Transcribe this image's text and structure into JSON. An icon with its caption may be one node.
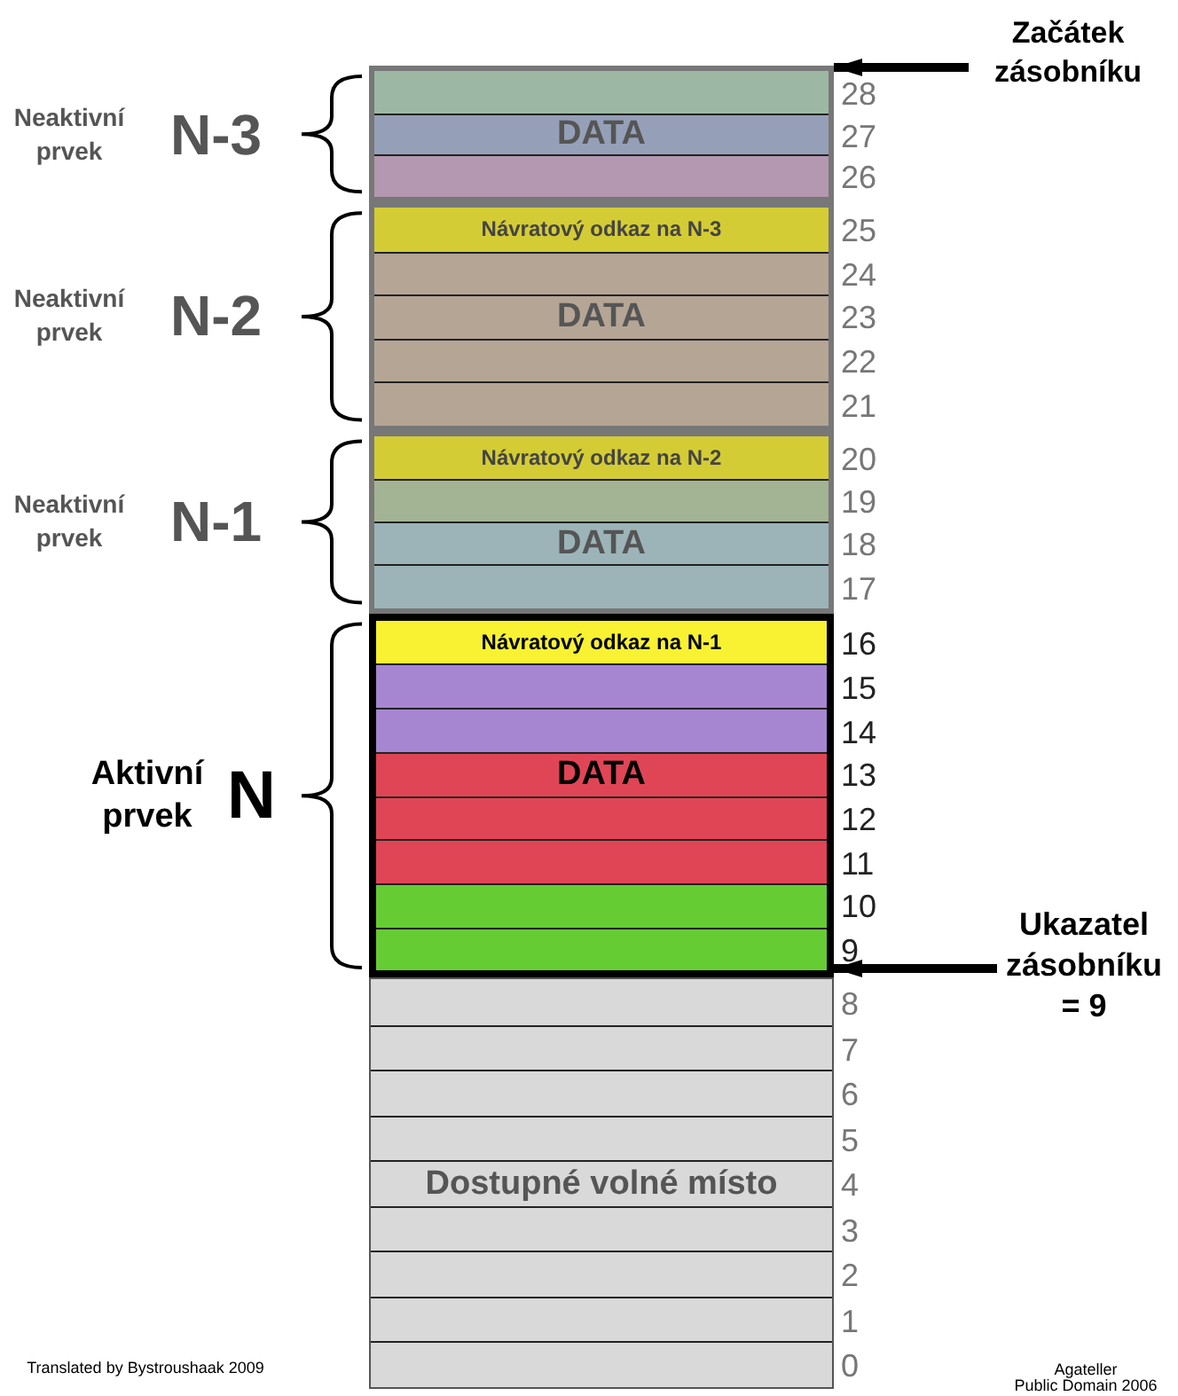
{
  "diagram": {
    "nodes": [
      {
        "text": [],
        "shape": "box",
        "beside": [
          "Neaktivní prvek",
          "N-3"
        ]
      },
      {
        "text": [],
        "shape": "bar",
        "in": 0,
        "beside": [
          "28"
        ]
      },
      {
        "text": [
          "DATA"
        ],
        "in": 0,
        "beside": [
          "27"
        ]
      },
      {
        "text": [],
        "shape": "bar",
        "in": 0,
        "beside": [
          "26"
        ]
      },
      {
        "text": [],
        "shape": "box",
        "beside": [
          "Neaktivní prvek",
          "N-2"
        ]
      },
      {
        "text": [
          "Návratový odkaz na N-3"
        ],
        "in": 4,
        "beside": [
          "25"
        ]
      },
      {
        "text": [],
        "shape": "bar",
        "in": 4,
        "beside": [
          "24"
        ]
      },
      {
        "text": [
          "DATA"
        ],
        "in": 4,
        "beside": [
          "23"
        ]
      },
      {
        "text": [],
        "shape": "bar",
        "in": 4,
        "beside": [
          "22"
        ]
      },
      {
        "text": [],
        "shape": "bar",
        "in": 4,
        "beside": [
          "21"
        ]
      },
      {
        "text": [],
        "shape": "box",
        "beside": [
          "Neaktivní prvek",
          "N-1"
        ]
      },
      {
        "text": [
          "Návratový odkaz na N-2"
        ],
        "in": 10,
        "beside": [
          "20"
        ]
      },
      {
        "text": [],
        "shape": "bar",
        "in": 10,
        "beside": [
          "19"
        ]
      },
      {
        "text": [
          "DATA"
        ],
        "in": 10,
        "beside": [
          "18"
        ]
      },
      {
        "text": [],
        "shape": "bar",
        "in": 10,
        "beside": [
          "17"
        ]
      },
      {
        "text": [],
        "shape": "box",
        "beside": [
          "Aktivní prvek",
          "N"
        ]
      },
      {
        "text": [
          "Návratový odkaz na N-1"
        ],
        "in": 15,
        "beside": [
          "16"
        ]
      },
      {
        "text": [],
        "shape": "bar",
        "in": 15,
        "beside": [
          "15"
        ]
      },
      {
        "text": [],
        "shape": "bar",
        "in": 15,
        "beside": [
          "14"
        ]
      },
      {
        "text": [
          "DATA"
        ],
        "in": 15,
        "beside": [
          "13"
        ]
      },
      {
        "text": [],
        "shape": "bar",
        "in": 15,
        "beside": [
          "12"
        ]
      },
      {
        "text": [],
        "shape": "bar",
        "in": 15,
        "beside": [
          "11"
        ]
      },
      {
        "text": [],
        "shape": "bar",
        "in": 15,
        "beside": [
          "10"
        ]
      },
      {
        "text": [],
        "shape": "bar",
        "in": 15,
        "beside": [
          "9"
        ]
      },
      {
        "text": [],
        "shape": "box"
      },
      {
        "text": [],
        "shape": "bar",
        "in": 24,
        "beside": [
          "8"
        ]
      },
      {
        "text": [],
        "shape": "bar",
        "in": 24,
        "beside": [
          "7"
        ]
      },
      {
        "text": [],
        "shape": "bar",
        "in": 24,
        "beside": [
          "6"
        ]
      },
      {
        "text": [],
        "shape": "bar",
        "in": 24,
        "beside": [
          "5"
        ]
      },
      {
        "text": [
          "Dostupné volné místo"
        ],
        "in": 24,
        "beside": [
          "4"
        ]
      },
      {
        "text": [],
        "shape": "bar",
        "in": 24,
        "beside": [
          "3"
        ]
      },
      {
        "text": [],
        "shape": "bar",
        "in": 24,
        "beside": [
          "2"
        ]
      },
      {
        "text": [],
        "shape": "bar",
        "in": 24,
        "beside": [
          "1"
        ]
      },
      {
        "text": [],
        "shape": "bar",
        "in": 24,
        "beside": [
          "0"
        ]
      },
      {
        "text": [
          "Začátek zásobníku"
        ]
      },
      {
        "text": [
          "Ukazatel zásobníku = 9"
        ]
      }
    ],
    "edges": [
      {
        "from": 34,
        "to": 0,
        "arrow": "to"
      },
      {
        "from": 35,
        "to": 15,
        "arrow": "to"
      }
    ],
    "labels": [
      "Translated by Bystroushaak 2009",
      "Agateller",
      "Public Domain 2006"
    ]
  }
}
